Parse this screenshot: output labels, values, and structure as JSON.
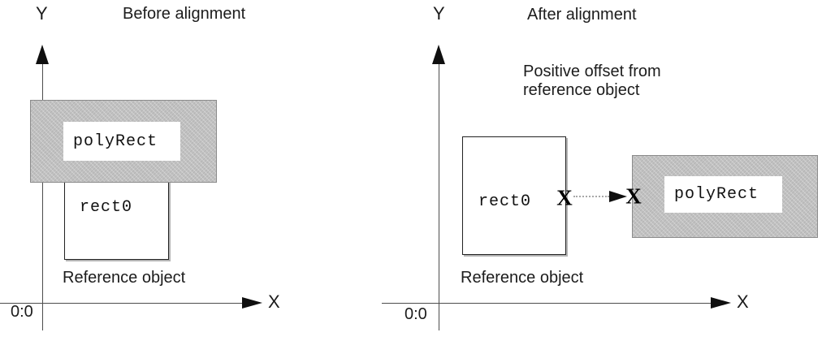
{
  "figure": {
    "before": {
      "title": "Before alignment",
      "y_axis": "Y",
      "x_axis": "X",
      "origin": "0:0",
      "polyrect": "polyRect",
      "rect0": "rect0",
      "caption": "Reference object"
    },
    "after": {
      "title": "After alignment",
      "note": "Positive offset from\nreference object",
      "y_axis": "Y",
      "x_axis": "X",
      "origin": "0:0",
      "polyrect": "polyRect",
      "rect0": "rect0",
      "caption": "Reference object",
      "offset_marker_start": "X",
      "offset_marker_end": "X"
    },
    "colors": {
      "polyrect_fill": "#c2c2c2",
      "polyrect_border": "#8b8b8b",
      "axis_line": "#4d4d4d",
      "dotted_arrow": "#a8a8a8"
    }
  }
}
